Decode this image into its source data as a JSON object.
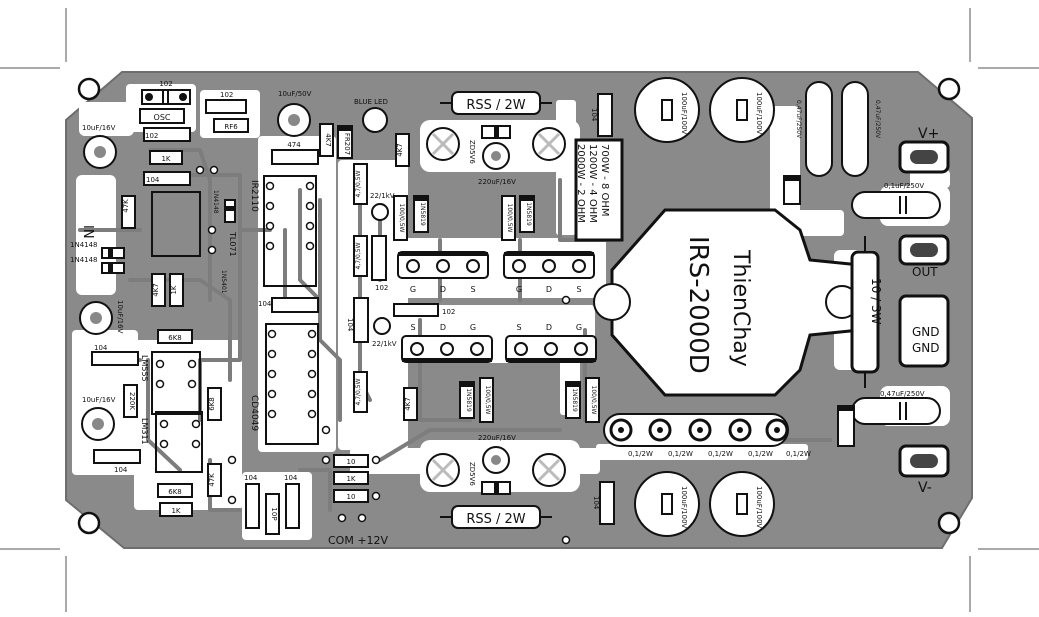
{
  "silkscreen": {
    "cap_102_top": "102",
    "osc": "OSC",
    "cap_102_a": "102",
    "cap_102_b": "102",
    "rf6": "RF6",
    "res_1k_a": "1K",
    "cap_104_a": "104",
    "cap_10uf_16v_a": "10uF/16V",
    "in_label": "IN",
    "res_47k_a": "47K",
    "diode_1n4148_a": "1N4148",
    "diode_1n4148_b": "1N4148",
    "res_4k7_a": "4K7",
    "res_1k_b": "1K",
    "cap_10uf_16v_b": "10uF/16V",
    "res_6k8_a": "6K8",
    "cap_104_b": "104",
    "ic_lm555": "LM555",
    "cap_10uf_16v_c": "10uF/16V",
    "res_220k": "220K",
    "ic_lm311": "LM311",
    "res_6k8_b": "6K8",
    "cap_104_c": "104",
    "res_6k8_c": "6K8",
    "res_47k_b": "47K",
    "res_1k_c": "1K",
    "cap_104_d": "104",
    "cap_104_e": "104",
    "cap_10p": "10P",
    "cap_10uf_50v": "10uF/50V",
    "blue_led": "BLUE LED",
    "res_4k7_b": "4K7",
    "fr207": "FR207",
    "cap_474": "474",
    "ic_ir2110": "IR2110",
    "diode_1n4148_c": "1N4148",
    "ic_tl071": "TL071",
    "diode_1n5401": "1N5401",
    "cap_104_f": "104",
    "ic_cd4049": "CD4049",
    "res_4k7_c": "4K7",
    "res_4r7_a": "4,7/0,5W",
    "res_4r7_b": "4,7/0,5W",
    "res_4r7_c": "4,7/0,5W",
    "cap_22_1kv_a": "22/1kV",
    "cap_22_1kv_b": "22/1kV",
    "res_100_a": "100/0,5W",
    "diode_1n5819_a": "1N5819",
    "res_100_b": "100/0,5W",
    "diode_1n5819_b": "1N5819",
    "cap_102_c": "102",
    "cap_102_d": "102",
    "cap_104_g": "104",
    "res_4k7_d": "4K7",
    "diode_1n5819_c": "1N5819",
    "res_100_c": "100/0,5W",
    "diode_1n5819_d": "1N5819",
    "res_100_d": "100/0,5W",
    "res_rss_top": "RSS / 2W",
    "res_rss_bot": "RSS / 2W",
    "zener_top": "ZD5V6",
    "zener_bot": "ZD5V6",
    "cap_220uf_top": "220uF/16V",
    "cap_220uf_bot": "220uF/16V",
    "res_10_a": "10",
    "res_1k_d": "1K",
    "res_10_b": "10",
    "com_12v": "COM +12V",
    "cap_100uf_1": "100uF/100V",
    "cap_100uf_2": "100uF/100V",
    "cap_100uf_3": "100uF/100V",
    "cap_100uf_4": "100uF/100V",
    "cap_104_top": "104",
    "cap_104_bot": "104",
    "cap_047_a": "0,47uF/250V",
    "cap_047_b": "0,47uF/250V",
    "cap_047_c": "0,47uF/250V",
    "cap_01uf": "0,1uF/250V",
    "load_box_lines": [
      "700W - 8 OHM",
      "1200W - 4 OHM",
      "2000W - 2 OHM"
    ],
    "res_10_3w": "10 / 3W",
    "res_02_a": "0,1/2W",
    "res_02_b": "0,1/2W",
    "res_02_c": "0,1/2W",
    "res_02_d": "0,1/2W",
    "res_02_e": "0,1/2W",
    "vplus": "V+",
    "vminus": "V-",
    "out": "OUT",
    "gnd_a": "GND",
    "gnd_b": "GND",
    "board_title_a": "IRS-2000D",
    "board_title_b": "ThienChay",
    "mosfet_pins": [
      "G",
      "D",
      "S"
    ]
  }
}
